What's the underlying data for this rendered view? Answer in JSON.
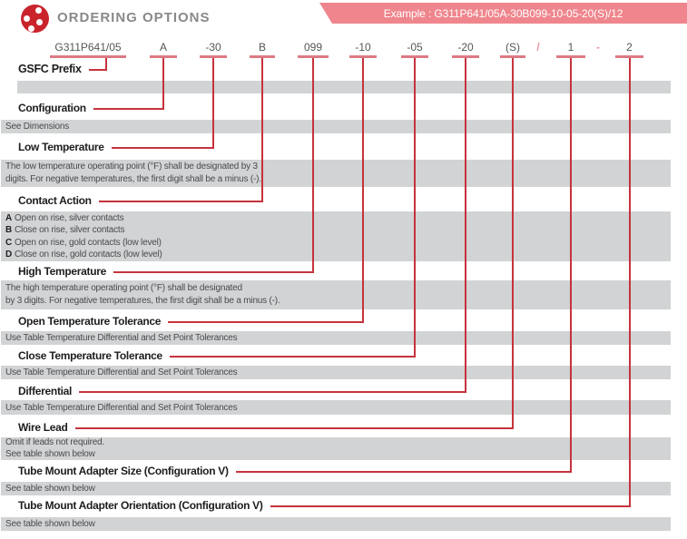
{
  "header": {
    "title": "ORDERING OPTIONS",
    "example_banner": "Example : G311P641/05A-30B099-10-05-20(S)/12"
  },
  "colors": {
    "logo_red": "#c9242c",
    "banner_pink": "#ef868d",
    "line_red": "#c5333c",
    "underline_pink": "#dd7a84",
    "bar_gray": "#d1d3d4",
    "title_gray": "#87898b"
  },
  "part_number": {
    "segments": [
      "G311P641/05",
      "A",
      "-30",
      "B",
      "099",
      "-10",
      "-05",
      "-20",
      "(S)",
      "/",
      "1",
      "-",
      "2"
    ]
  },
  "fields": [
    {
      "label": "GSFC Prefix"
    },
    {
      "label": "Configuration",
      "lines": [
        "See Dimensions"
      ]
    },
    {
      "label": "Low Temperature",
      "lines": [
        "The low temperature operating point (°F) shall be designated by 3",
        "digits. For negative temperatures, the first digit shall be a minus (-)."
      ]
    },
    {
      "label": "Contact Action",
      "options": [
        {
          "key": "A",
          "text": "Open on rise, silver contacts"
        },
        {
          "key": "B",
          "text": "Close on rise, silver contacts"
        },
        {
          "key": "C",
          "text": "Open on rise, gold contacts (low level)"
        },
        {
          "key": "D",
          "text": "Close on rise, gold contacts (low level)"
        }
      ]
    },
    {
      "label": "High Temperature",
      "lines": [
        "The high temperature operating point (°F) shall be designated",
        "by 3 digits. For negative temperatures, the first digit shall be a minus (-)."
      ]
    },
    {
      "label": "Open Temperature Tolerance",
      "lines": [
        "Use Table Temperature Differential and Set Point Tolerances"
      ]
    },
    {
      "label": "Close Temperature Tolerance",
      "lines": [
        "Use Table Temperature Differential and Set Point Tolerances"
      ]
    },
    {
      "label": "Differential",
      "lines": [
        "Use Table Temperature Differential and Set Point Tolerances"
      ]
    },
    {
      "label": "Wire Lead",
      "lines": [
        "Omit if leads not required.",
        "See table shown below"
      ]
    },
    {
      "label": "Tube Mount Adapter Size (Configuration V)",
      "lines": [
        "See table shown below"
      ]
    },
    {
      "label": "Tube Mount Adapter Orientation (Configuration V)",
      "lines": [
        "See table shown below"
      ]
    }
  ]
}
